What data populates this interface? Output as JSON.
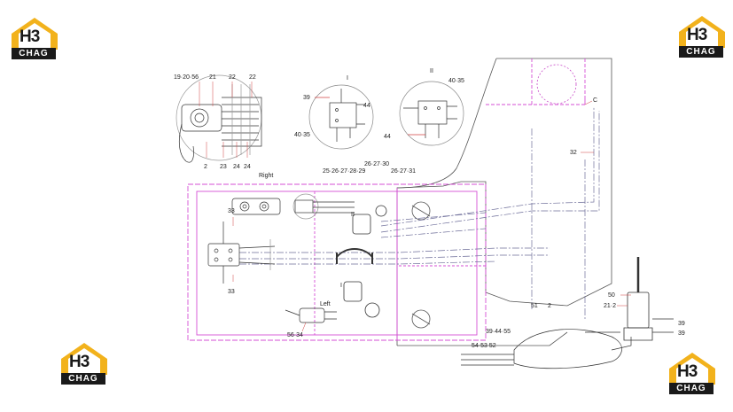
{
  "watermark": {
    "brand_text": "CHAG",
    "mark_text": "H3",
    "accent_color": "#f2b21c",
    "dark_color": "#1a1a1a"
  },
  "diagram": {
    "colors": {
      "frame": "#d64fd6",
      "line": "#4a4a6a",
      "dash": "#6d6d99",
      "detail": "#333333"
    },
    "labels": {
      "top_left_callouts": [
        "19·20·56",
        "21",
        "22",
        "22"
      ],
      "bottom_left_callouts": [
        "2",
        "23",
        "24",
        "24"
      ],
      "detail_I_title": "I",
      "detail_II_title": "II",
      "detail_I_39": "39",
      "detail_I_44": "44",
      "detail_I_40_35": "40·35",
      "detail_II_40_35": "40·35",
      "detail_II_44": "44",
      "right": "Right",
      "left": "Left",
      "c": "C",
      "n32": "32",
      "n33a": "33",
      "n33b": "33",
      "group_25_29": "25·26·27·28·29",
      "group_26_30": "26·27·30",
      "group_26_31": "26·27·31",
      "roman_II_mid": "II",
      "roman_I_mid": "I",
      "n56_34": "56·34",
      "n51": "51",
      "n2": "2",
      "n39_44_55": "39·44·55",
      "n54_53_52": "54·53  52",
      "n50": "50",
      "n21_2": "21·2",
      "n39a": "39",
      "n39b": "39"
    }
  }
}
